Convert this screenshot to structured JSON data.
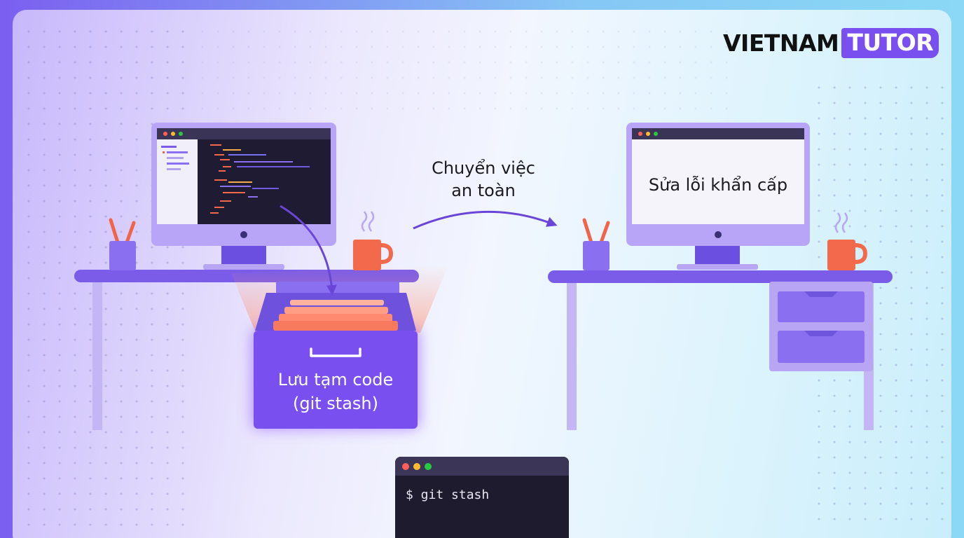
{
  "logo": {
    "left_text": "VIETNAM",
    "right_text": "TUTOR"
  },
  "arrow_label": {
    "line1": "Chuyển việc",
    "line2": "an toàn"
  },
  "right_monitor": {
    "text": "Sửa lỗi khẩn cấp"
  },
  "drawer": {
    "line1": "Lưu tạm code",
    "line2": "(git stash)"
  },
  "terminal": {
    "command": "$ git stash"
  },
  "colors": {
    "accent_purple": "#7a4ff0",
    "desk_purple": "#7a5ce8",
    "mug_orange": "#f26a4b",
    "terminal_bg": "#1e1b2e"
  },
  "icons": [
    "code-editor-icon",
    "coffee-mug-icon",
    "pencil-cup-icon",
    "file-drawer-icon",
    "terminal-window-icon",
    "curved-arrow-icon"
  ]
}
